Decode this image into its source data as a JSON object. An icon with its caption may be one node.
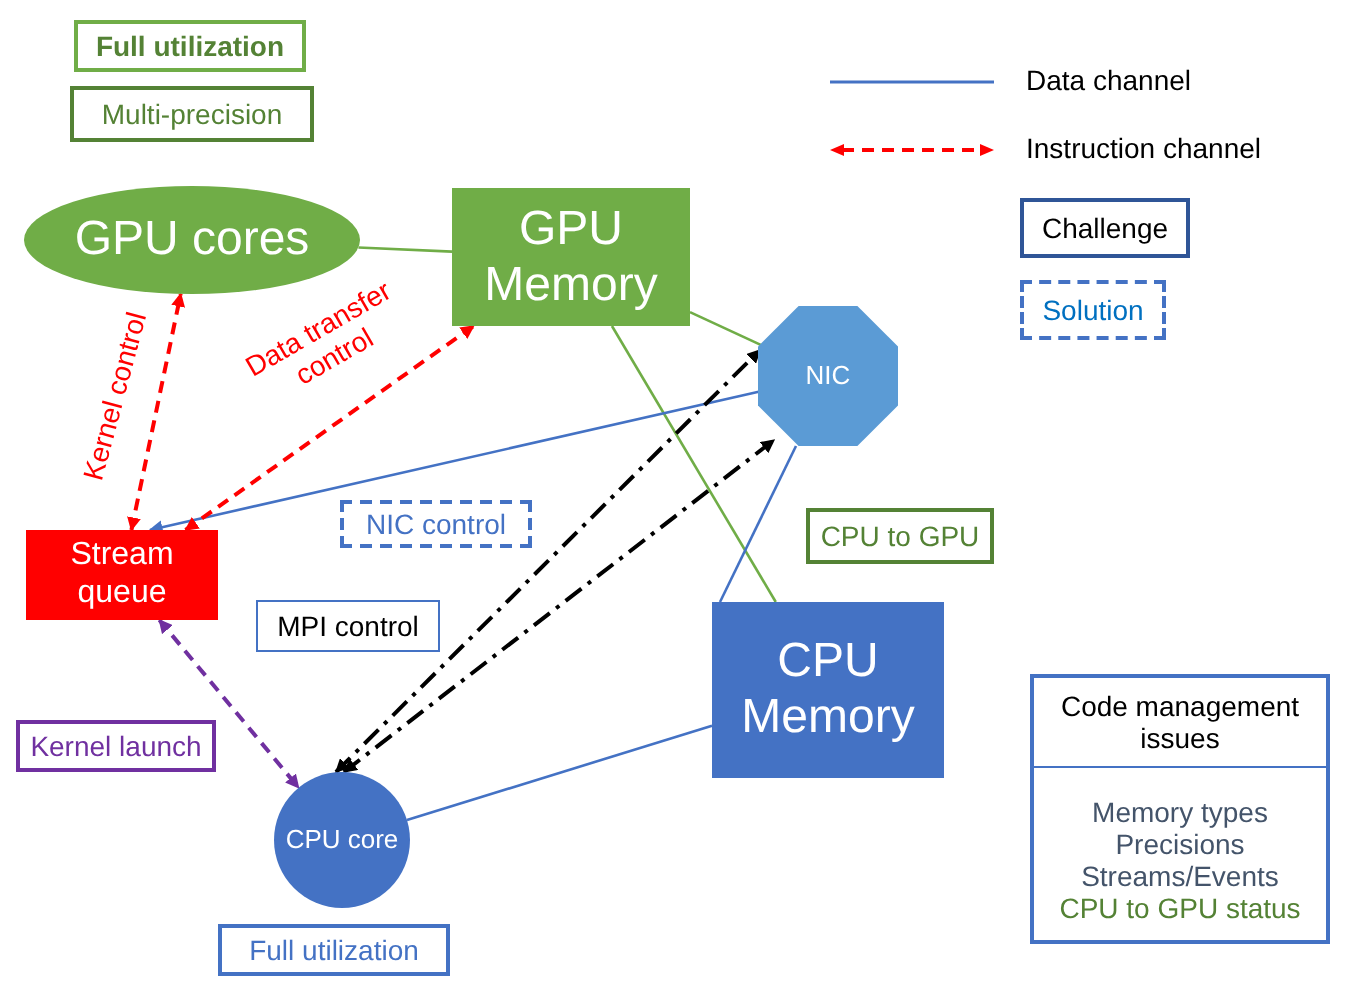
{
  "diagram": {
    "nodes": [
      {
        "text": [
          "Full utilization"
        ]
      },
      {
        "text": [
          "Multi-precision"
        ]
      },
      {
        "text": [
          "GPU cores"
        ]
      },
      {
        "text": [
          "GPU Memory"
        ]
      },
      {
        "text": [
          "NIC"
        ]
      },
      {
        "text": [
          "Stream queue"
        ]
      },
      {
        "text": [
          "NIC control"
        ]
      },
      {
        "text": [
          "CPU to GPU"
        ]
      },
      {
        "text": [
          "MPI control"
        ]
      },
      {
        "text": [
          "Kernel launch"
        ]
      },
      {
        "text": [
          "CPU Memory"
        ]
      },
      {
        "text": [
          "CPU core"
        ]
      },
      {
        "text": [
          "Full utilization"
        ]
      },
      {
        "text": [
          "Code management issues",
          "Memory types Precisions Streams/Events",
          "CPU to GPU status"
        ]
      }
    ],
    "edges": [
      {
        "from": 2,
        "to": 3,
        "arrow": "none",
        "color": "#70ad47"
      },
      {
        "from": 3,
        "to": 4,
        "arrow": "none",
        "color": "#70ad47"
      },
      {
        "from": 3,
        "to": 10,
        "arrow": "none",
        "color": "#70ad47"
      },
      {
        "from": 4,
        "to": 5,
        "arrow": "to",
        "color": "#4472c4"
      },
      {
        "from": 4,
        "to": 10,
        "arrow": "none",
        "color": "#4472c4"
      },
      {
        "from": 11,
        "to": 10,
        "arrow": "none",
        "color": "#4472c4"
      },
      {
        "from": 5,
        "to": 2,
        "arrow": "both",
        "label": "Kernel control",
        "style": "dashed",
        "color": "#ff0000"
      },
      {
        "from": 5,
        "to": 3,
        "arrow": "both",
        "label": "Data transfer control",
        "style": "dashed",
        "color": "#ff0000"
      },
      {
        "from": 5,
        "to": 11,
        "arrow": "both",
        "style": "dashed",
        "color": "#7030a0"
      },
      {
        "from": 11,
        "to": 4,
        "arrow": "both",
        "style": "dashed",
        "color": "#000000"
      },
      {
        "from": 11,
        "to": 4,
        "arrow": "both",
        "style": "dashed",
        "color": "#000000"
      }
    ],
    "legend": [
      {
        "text": "Data channel"
      },
      {
        "text": "Instruction channel"
      },
      {
        "text": "Challenge"
      },
      {
        "text": "Solution"
      }
    ]
  }
}
